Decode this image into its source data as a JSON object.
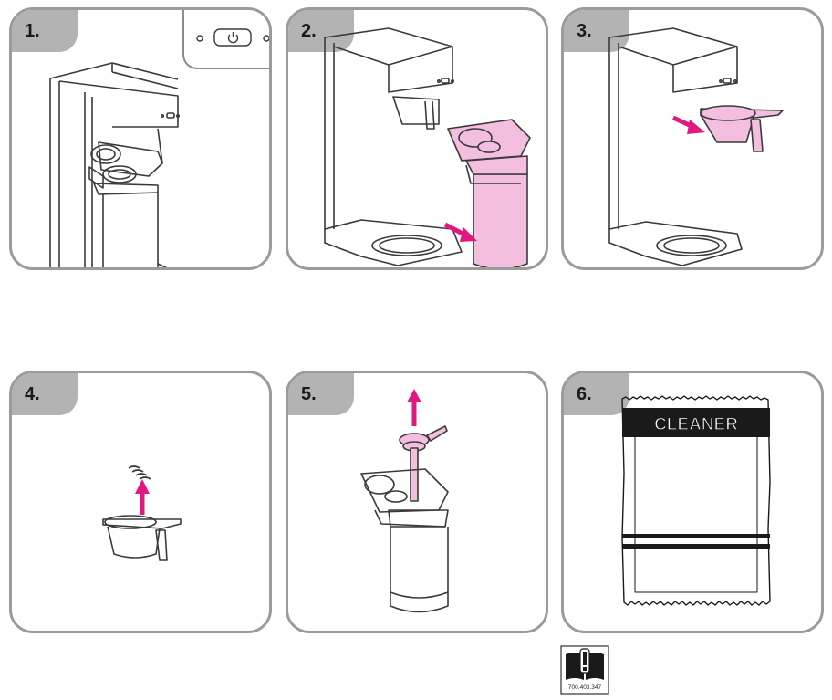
{
  "steps": [
    {
      "number": "1."
    },
    {
      "number": "2."
    },
    {
      "number": "3."
    },
    {
      "number": "4."
    },
    {
      "number": "5."
    },
    {
      "number": "6."
    }
  ],
  "cleaner_pack": {
    "label": "CLEANER"
  },
  "manual": {
    "code": "700.403.347"
  },
  "colors": {
    "accent": "#e0187f",
    "highlight": "#f4bedf",
    "outline": "#3a3a3a",
    "tab": "#b3b3b3",
    "frame": "#9b9b9b"
  }
}
